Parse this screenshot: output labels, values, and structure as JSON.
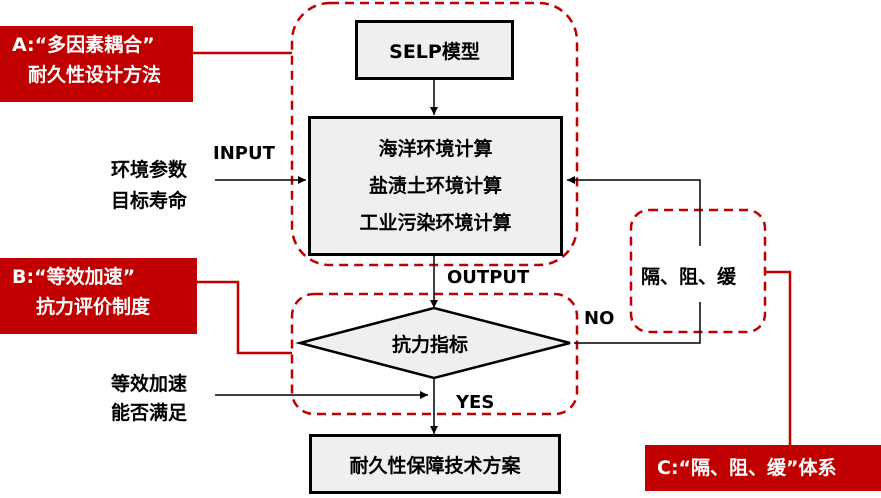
{
  "labels": {
    "a": {
      "line1": "A:“多因素耦合”",
      "line2": "耐久性设计方法"
    },
    "b": {
      "line1": "B:“等效加速”",
      "line2": "抗力评价制度"
    },
    "c": {
      "line1": "C:“隔、阻、缓”体系"
    }
  },
  "nodes": {
    "selp": "SELP模型",
    "calc": [
      "海洋环境计算",
      "盐渍土环境计算",
      "工业污染环境计算"
    ],
    "decision": "抗力指标",
    "result": "耐久性保障技术方案",
    "feedback": "隔、阻、缓"
  },
  "inputs": {
    "env_line1": "环境参数",
    "env_line2": "目标寿命",
    "accel_line1": "等效加速",
    "accel_line2": "能否满足"
  },
  "flow_labels": {
    "input": "INPUT",
    "output": "OUTPUT",
    "no": "NO",
    "yes": "YES"
  },
  "colors": {
    "accent_red": "#c00000",
    "box_fill": "#efefef"
  }
}
